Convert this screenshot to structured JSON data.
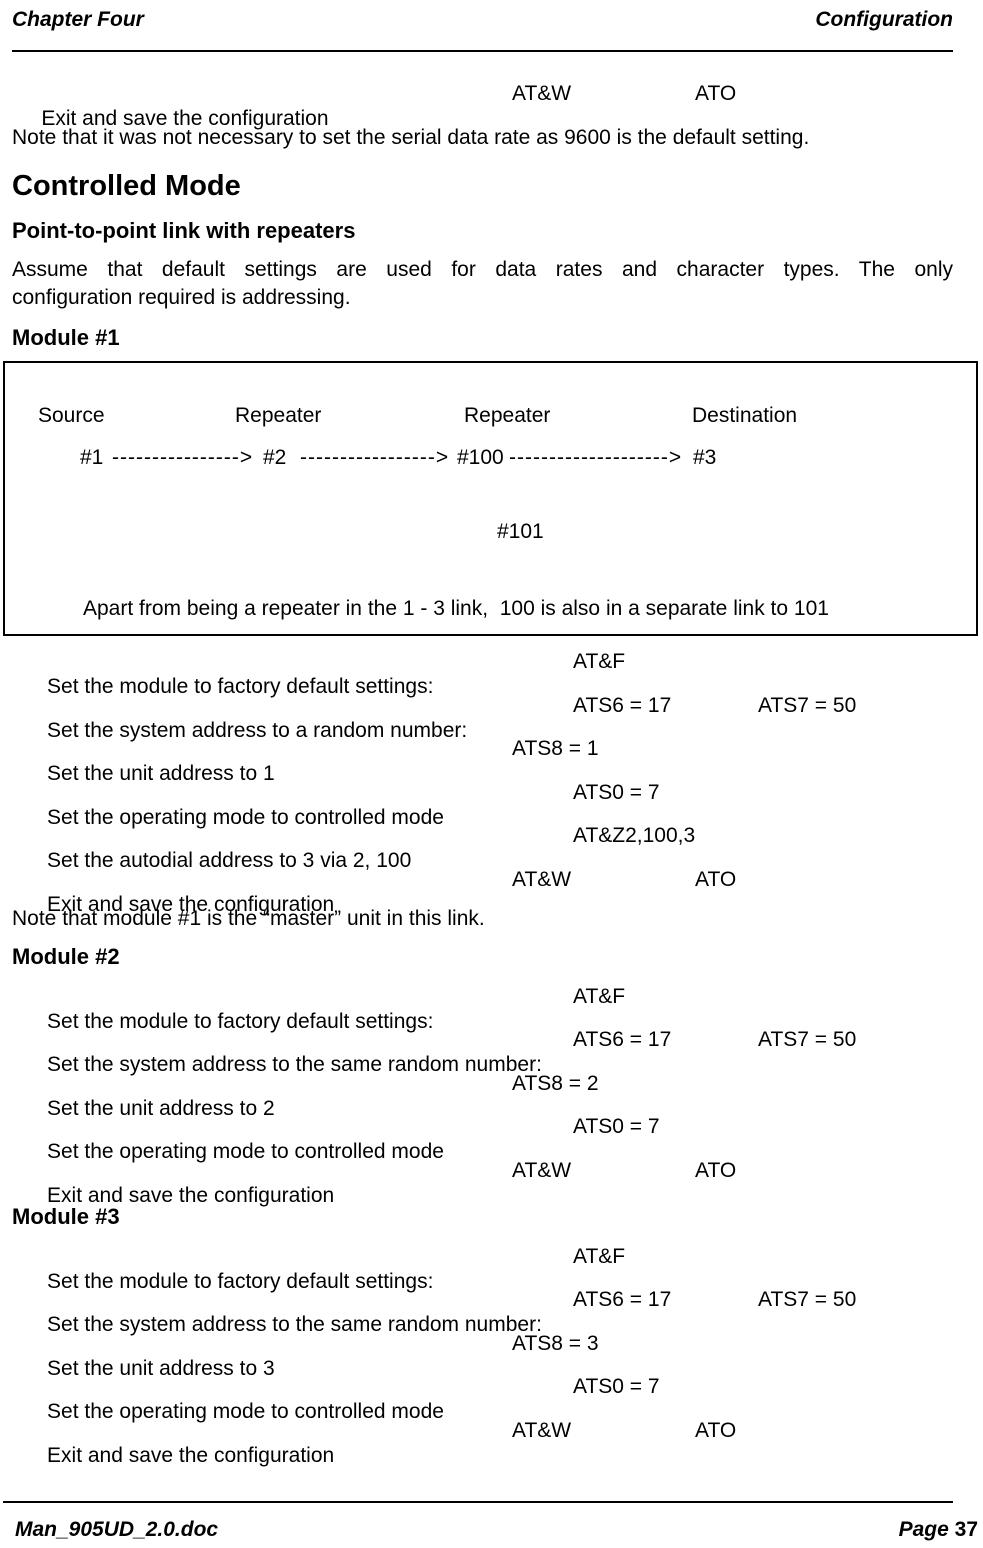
{
  "header": {
    "left": "Chapter Four",
    "right": "Configuration"
  },
  "intro_row": {
    "label": "Exit and save the configuration",
    "cmds": [
      "AT&W",
      "ATO"
    ]
  },
  "intro_note": "Note that it was not necessary to set the serial data rate as 9600 is the default setting.",
  "section": {
    "title": "Controlled Mode",
    "subtitle": "Point-to-point link with repeaters",
    "paragraph_lines": [
      "Assume that default settings are used for data rates and character types.  The only",
      "configuration required is addressing."
    ]
  },
  "diagram": {
    "labels": [
      "Source",
      "Repeater",
      "Repeater",
      "Destination"
    ],
    "nodes": [
      "#1",
      "#2",
      "#100",
      "#3"
    ],
    "arrows": [
      "---------------->",
      "----------------->",
      "-------------------->"
    ],
    "extra_node": "#101",
    "caption": "Apart from being a repeater in the 1 - 3 link,  100 is also in a separate link to 101"
  },
  "modules": [
    {
      "heading": "Module #1",
      "rows": [
        {
          "label": "Set the module to factory default settings:",
          "cmds": [
            "AT&F"
          ]
        },
        {
          "label": "Set the system address to a random number:",
          "cmds": [
            "ATS6 = 17",
            "ATS7 = 50"
          ]
        },
        {
          "label": "Set the unit address to 1",
          "cmds": [
            "ATS8 = 1"
          ]
        },
        {
          "label": "Set the operating mode to controlled mode",
          "cmds": [
            "ATS0 = 7"
          ]
        },
        {
          "label": "Set the autodial address to 3 via 2, 100",
          "cmds": [
            "AT&Z2,100,3"
          ]
        },
        {
          "label": "Exit and save the configuration",
          "cmds": [
            "AT&W",
            "ATO"
          ]
        }
      ],
      "note": "Note that module #1 is the “master” unit in this link."
    },
    {
      "heading": "Module #2",
      "rows": [
        {
          "label": "Set the module to factory default settings:",
          "cmds": [
            "AT&F"
          ]
        },
        {
          "label": "Set the system address to the same random number:",
          "cmds": [
            "ATS6 = 17",
            "ATS7 = 50"
          ]
        },
        {
          "label": "Set the unit address to 2",
          "cmds": [
            "ATS8 = 2"
          ]
        },
        {
          "label": "Set the operating mode to controlled mode",
          "cmds": [
            "ATS0 = 7"
          ]
        },
        {
          "label": "Exit and save the configuration",
          "cmds": [
            "AT&W",
            "ATO"
          ]
        }
      ]
    },
    {
      "heading": "Module #3",
      "rows": [
        {
          "label": "Set the module to factory default settings:",
          "cmds": [
            "AT&F"
          ]
        },
        {
          "label": "Set the system address to the same random number:",
          "cmds": [
            "ATS6 = 17",
            "ATS7 = 50"
          ]
        },
        {
          "label": "Set the unit address to 3",
          "cmds": [
            "ATS8 = 3"
          ]
        },
        {
          "label": "Set the operating mode to controlled mode",
          "cmds": [
            "ATS0 = 7"
          ]
        },
        {
          "label": "Exit and save the configuration",
          "cmds": [
            "AT&W",
            "ATO"
          ]
        }
      ]
    }
  ],
  "footer": {
    "document_name": "Man_905UD_2.0.doc",
    "page_label": "Page ",
    "page_number": "37"
  },
  "colors": {
    "text": "#000000",
    "background": "#ffffff",
    "rule": "#000000"
  }
}
